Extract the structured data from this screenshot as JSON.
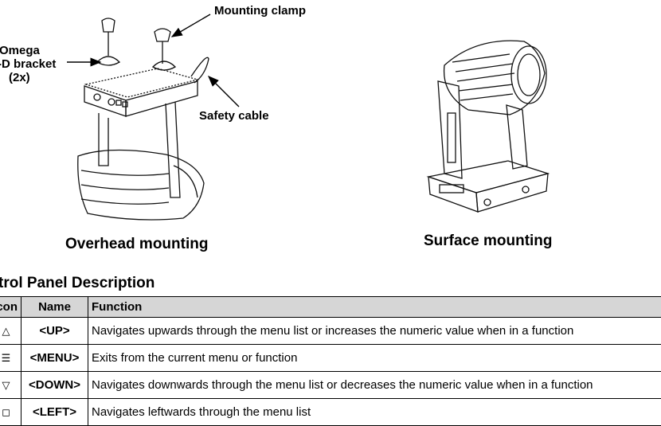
{
  "figure": {
    "labels": {
      "mounting_clamp": "Mounting clamp",
      "omega_bracket": [
        "Omega",
        "-D bracket",
        "(2x)"
      ],
      "safety_cable": "Safety cable"
    },
    "captions": {
      "overhead": "Overhead mounting",
      "surface": "Surface mounting"
    }
  },
  "section_title": "trol Panel Description",
  "table": {
    "headers": {
      "icon": "con",
      "name": "Name",
      "function": "Function"
    },
    "rows": [
      {
        "icon": "up-triangle-icon",
        "glyph": "△",
        "name": "<UP>",
        "function": "Navigates upwards through the menu list or increases the numeric value when in a function"
      },
      {
        "icon": "menu-icon",
        "glyph": "☰",
        "name": "<MENU>",
        "function": "Exits from the current menu or function"
      },
      {
        "icon": "down-triangle-icon",
        "glyph": "▽",
        "name": "<DOWN>",
        "function": "Navigates downwards through the menu list or decreases the numeric value when in a function"
      },
      {
        "icon": "left-icon",
        "glyph": "◻",
        "name": "<LEFT>",
        "function": "Navigates leftwards through the menu list"
      }
    ]
  }
}
